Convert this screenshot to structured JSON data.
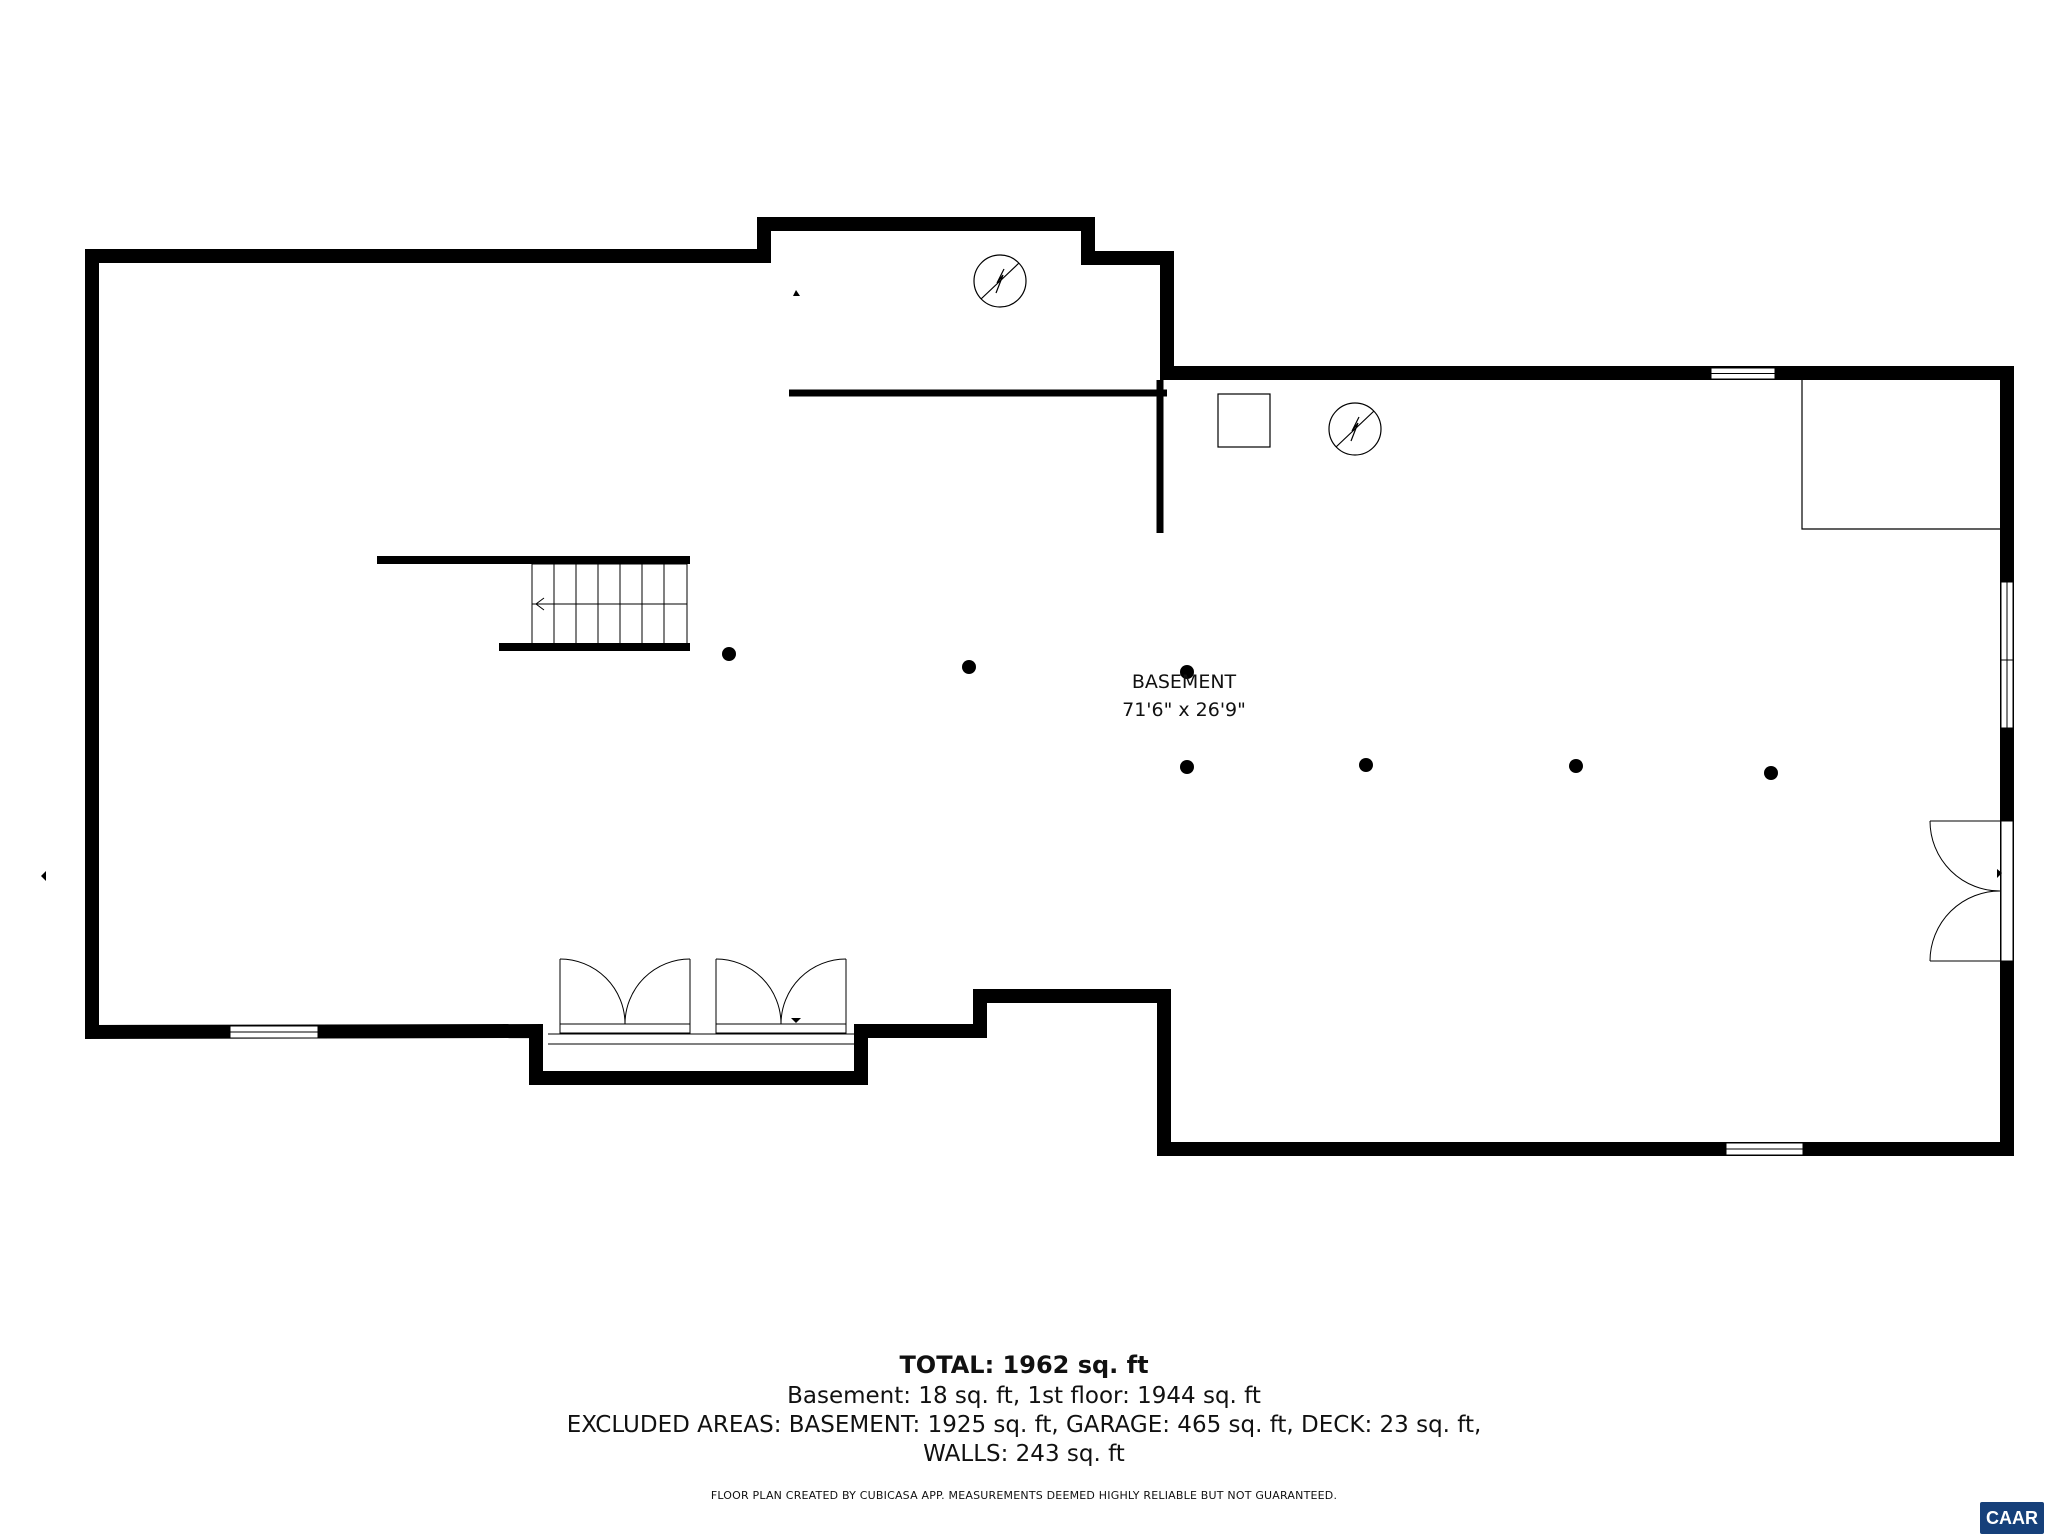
{
  "room": {
    "name": "BASEMENT",
    "dimensions": "71'6\" x 26'9\""
  },
  "summary": {
    "total": "TOTAL: 1962 sq. ft",
    "line1": "Basement: 18 sq. ft, 1st floor: 1944 sq. ft",
    "line2": "EXCLUDED AREAS: BASEMENT: 1925 sq. ft, GARAGE: 465 sq. ft, DECK: 23 sq. ft,",
    "line3": "WALLS: 243 sq. ft"
  },
  "disclaimer": "FLOOR PLAN CREATED BY CUBICASA APP. MEASUREMENTS DEEMED HIGHLY RELIABLE BUT NOT GUARANTEED.",
  "logo": "CAAR",
  "colors": {
    "wall": "#000000",
    "logo_bg": "#16407a"
  }
}
